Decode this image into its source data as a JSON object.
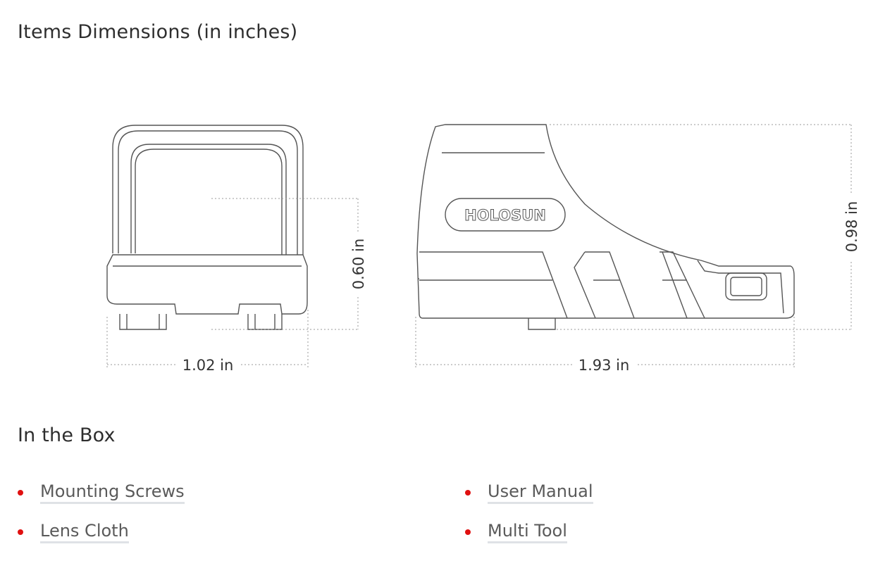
{
  "dimensions": {
    "title": "Items Dimensions (in inches)",
    "front_width": "1.02 in",
    "front_height": "0.60 in",
    "side_length": "1.93 in",
    "side_height": "0.98 in",
    "logo": "HOLOSUN"
  },
  "in_the_box": {
    "title": "In the Box",
    "items": [
      "Mounting Screws",
      "User Manual",
      "Lens Cloth",
      "Multi Tool"
    ]
  },
  "colors": {
    "bullet": "#e01010",
    "text": "#5a5a5a"
  }
}
